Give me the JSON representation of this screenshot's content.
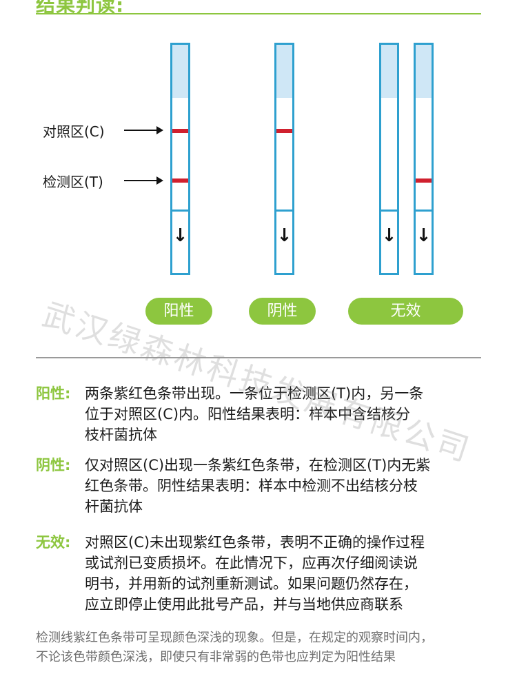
{
  "header": {
    "title": "结果判读:"
  },
  "labels": {
    "control_zone": "对照区(C)",
    "test_zone": "检测区(T)"
  },
  "strips": [
    {
      "id": "positive",
      "control_band": true,
      "test_band": true,
      "arrow": "↓"
    },
    {
      "id": "negative",
      "control_band": true,
      "test_band": false,
      "arrow": "↓"
    },
    {
      "id": "invalid-1",
      "control_band": false,
      "test_band": false,
      "arrow": "↓"
    },
    {
      "id": "invalid-2",
      "control_band": false,
      "test_band": true,
      "arrow": "↓"
    }
  ],
  "pills": [
    {
      "label": "阳性"
    },
    {
      "label": "阴性"
    },
    {
      "label": "无效"
    }
  ],
  "results": [
    {
      "term": "阳性:",
      "lines": [
        "两条紫红色条带出现。一条位于检测区(T)内，另一条",
        "位于对照区(C)内。阳性结果表明：样本中含结核分",
        "枝杆菌抗体"
      ]
    },
    {
      "term": "阴性:",
      "lines": [
        "仅对照区(C)出现一条紫红色条带，在检测区(T)内无紫",
        "红色条带。阴性结果表明：样本中检测不出结核分枝",
        "杆菌抗体"
      ]
    },
    {
      "term": "无效:",
      "lines": [
        "对照区(C)未出现紫红色条带，表明不正确的操作过程",
        "或试剂已变质损坏。在此情况下，应再次仔细阅读说",
        "明书，并用新的试剂重新测试。如果问题仍然存在，",
        "应立即停止使用此批号产品，并与当地供应商联系"
      ]
    }
  ],
  "note": {
    "lines": [
      "检测线紫红色条带可呈现颜色深浅的现象。但是，在规定的观察时间内，",
      "不论该色带颜色深浅，即使只有非常弱的色带也应判定为阳性结果"
    ]
  },
  "watermark": "武汉绿森林科技发展有限公司",
  "colors": {
    "accent": "#8dc63f",
    "strip_border": "#2ea0cf",
    "band": "#d0202e"
  }
}
